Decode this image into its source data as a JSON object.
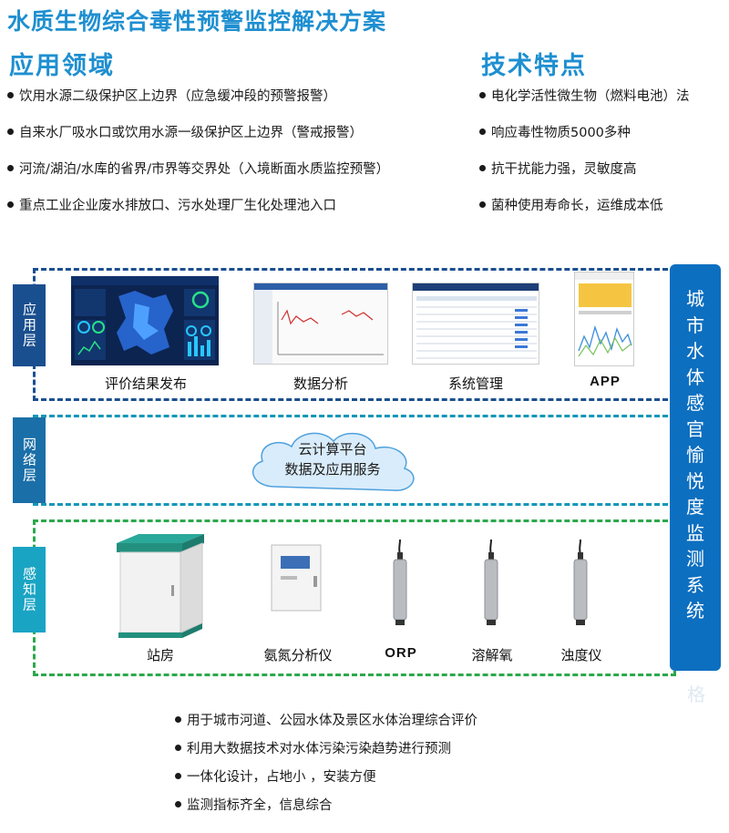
{
  "header": {
    "title": "水质生物综合毒性预警监控解决方案",
    "application_title": "应用领域",
    "features_title": "技术特点"
  },
  "application": [
    "饮用水源二级保护区上边界（应急缓冲段的预警报警）",
    "自来水厂吸水口或饮用水源一级保护区上边界（警戒报警）",
    "河流/湖泊/水库的省界/市界等交界处（入境断面水质监控预警）",
    "重点工业企业废水排放口、污水处理厂生化处理池入口"
  ],
  "features": [
    "电化学活性微生物（燃料电池）法",
    "响应毒性物质5000多种",
    "抗干扰能力强，灵敏度高",
    "菌种使用寿命长，运维成本低"
  ],
  "layers": {
    "app_layer": {
      "label": "应用层",
      "items": [
        "评价结果发布",
        "数据分析",
        "系统管理",
        "APP"
      ]
    },
    "network_layer": {
      "label": "网络层",
      "cloud_line1": "云计算平台",
      "cloud_line2": "数据及应用服务"
    },
    "sensing_layer": {
      "label": "感知层",
      "items": [
        "站房",
        "氨氮分析仪",
        "ORP",
        "溶解氧",
        "浊度仪"
      ]
    }
  },
  "side_panel": {
    "text": "城市水体感官愉悦度监测系统",
    "overflow_char": "格"
  },
  "bottom_points": [
    "用于城市河道、公园水体及景区水体治理综合评价",
    "利用大数据技术对水体污染污染趋势进行预测",
    "一体化设计，占地小 ，安装方便",
    "监测指标齐全，信息综合"
  ],
  "colors": {
    "title_blue": "#1e8fd0",
    "app_border": "#1a4f8f",
    "network_border": "#1596b8",
    "sensing_border": "#2ca84c",
    "side_panel": "#0d6fc0"
  }
}
